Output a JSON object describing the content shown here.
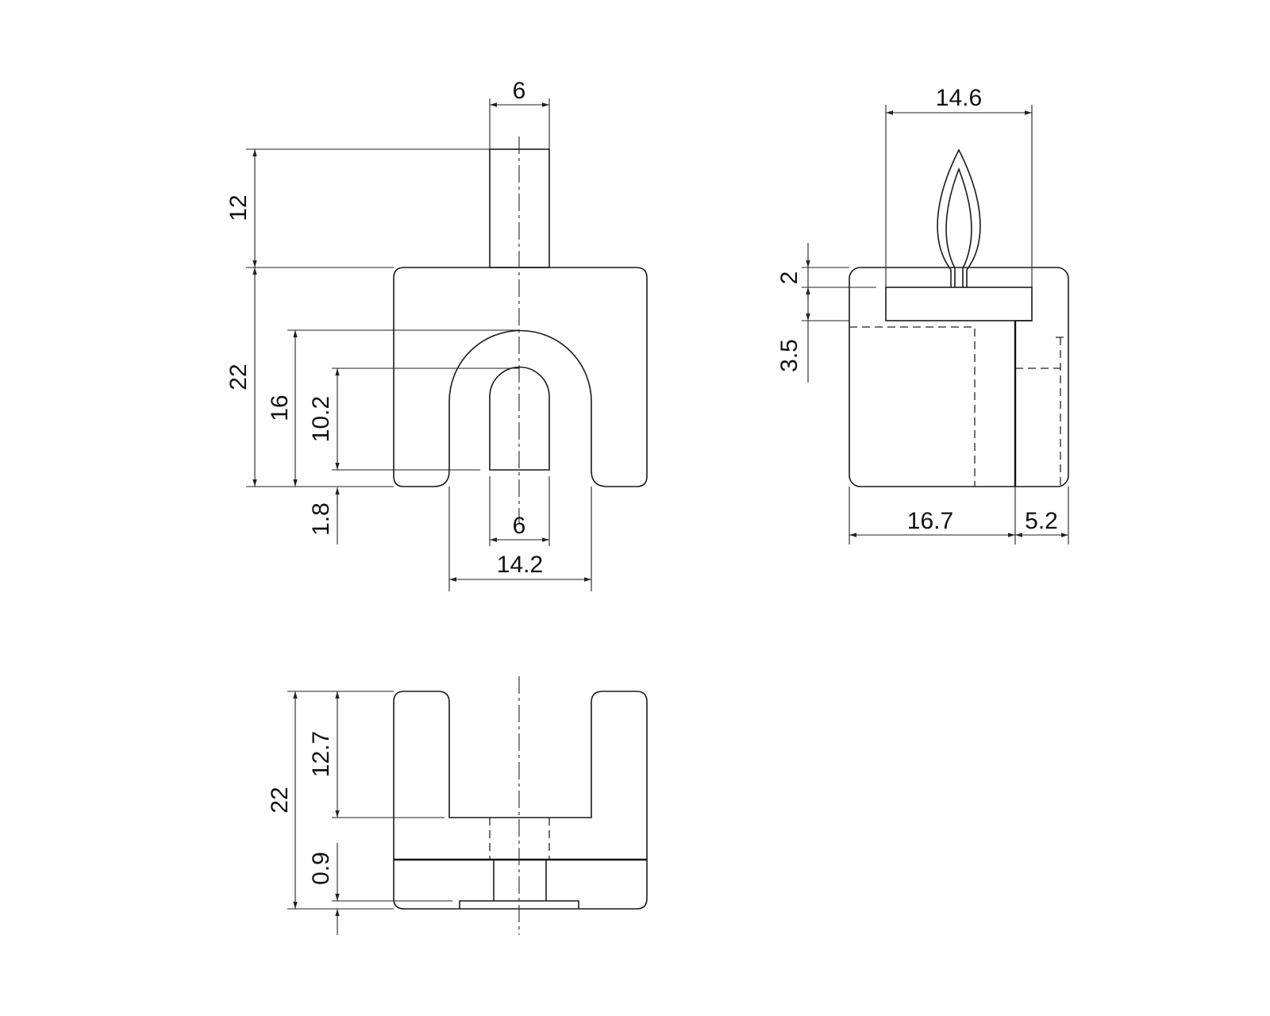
{
  "colors": {
    "line": "#1a1a1a",
    "background": "#ffffff"
  },
  "dimensions": {
    "front_pin_width": "6",
    "front_pin_height": "12",
    "front_body_height": "22",
    "front_arch_outer_height": "16",
    "front_slot_height": "10.2",
    "front_foot_height": "1.8",
    "front_slot_width": "6",
    "front_arch_width": "14.2",
    "side_clip_width": "14.6",
    "side_flange_thickness": "2",
    "side_step_height": "3.5",
    "side_body_length": "16.7",
    "side_tab_length": "5.2",
    "bottom_height": "22",
    "bottom_channel_depth": "12.7",
    "bottom_plate_thickness": "0.9"
  }
}
